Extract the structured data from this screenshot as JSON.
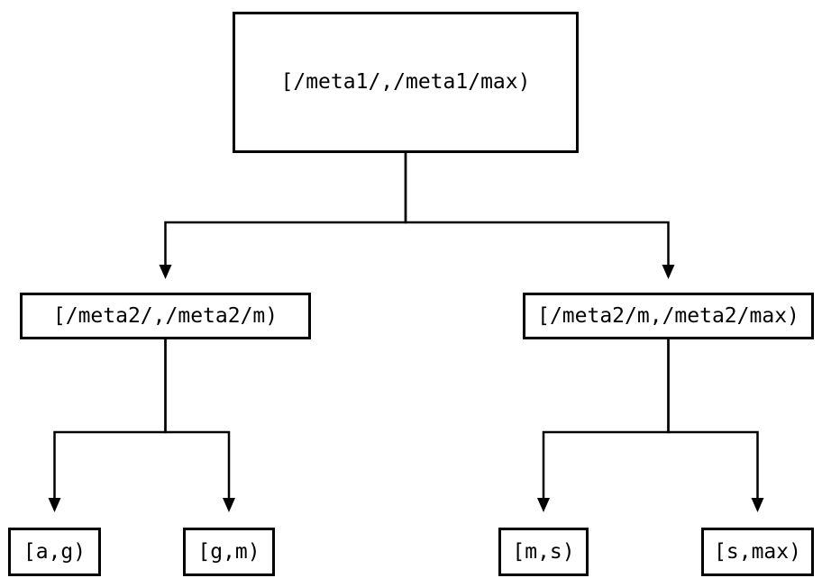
{
  "colors": {
    "background": "#ffffff",
    "stroke": "#000000",
    "text": "#000000"
  },
  "tree": {
    "root": {
      "label": "[/meta1/,/meta1/max)"
    },
    "level2": [
      {
        "label": "[/meta2/,/meta2/m)"
      },
      {
        "label": "[/meta2/m,/meta2/max)"
      }
    ],
    "leaves": [
      {
        "label": "[a,g)"
      },
      {
        "label": "[g,m)"
      },
      {
        "label": "[m,s)"
      },
      {
        "label": "[s,max)"
      }
    ],
    "edges": [
      {
        "from": "root",
        "to": "level2.0"
      },
      {
        "from": "root",
        "to": "level2.1"
      },
      {
        "from": "level2.0",
        "to": "leaves.0"
      },
      {
        "from": "level2.0",
        "to": "leaves.1"
      },
      {
        "from": "level2.1",
        "to": "leaves.2"
      },
      {
        "from": "level2.1",
        "to": "leaves.3"
      }
    ]
  }
}
